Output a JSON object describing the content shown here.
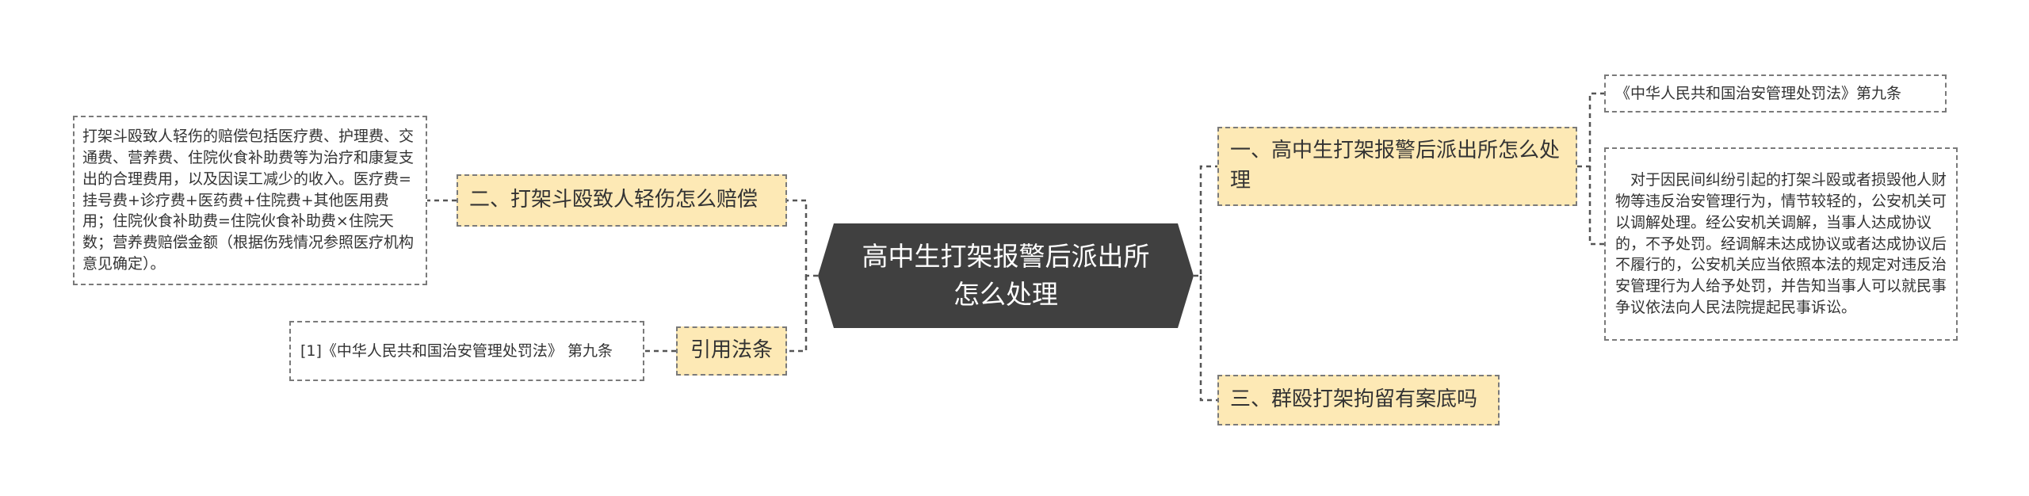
{
  "mindmap": {
    "central": "高中生打架报警后派出所怎么处理",
    "right": [
      {
        "label": "一、高中生打架报警后派出所怎么处理",
        "children": [
          "《中华人民共和国治安管理处罚法》第九条",
          "　对于因民间纠纷引起的打架斗殴或者损毁他人财物等违反治安管理行为，情节较轻的，公安机关可以调解处理。经公安机关调解，当事人达成协议的，不予处罚。经调解未达成协议或者达成协议后不履行的，公安机关应当依照本法的规定对违反治安管理行为人给予处罚，并告知当事人可以就民事争议依法向人民法院提起民事诉讼。"
        ]
      },
      {
        "label": "三、群殴打架拘留有案底吗",
        "children": []
      }
    ],
    "left": [
      {
        "label": "二、打架斗殴致人轻伤怎么赔偿",
        "children": [
          "打架斗殴致人轻伤的赔偿包括医疗费、护理费、交通费、营养费、住院伙食补助费等为治疗和康复支出的合理费用，以及因误工减少的收入。医疗费=挂号费+诊疗费+医药费+住院费+其他医用费用；住院伙食补助费=住院伙食补助费×住院天数；营养费赔偿金额（根据伤残情况参照医疗机构意见确定）。"
        ]
      },
      {
        "label": "引用法条",
        "children": [
          "[1]《中华人民共和国治安管理处罚法》 第九条"
        ]
      }
    ]
  },
  "colors": {
    "central_fill": "#404040",
    "topic_fill": "#fde9b5",
    "leaf_fill": "#ffffff",
    "connector": "#555555"
  }
}
